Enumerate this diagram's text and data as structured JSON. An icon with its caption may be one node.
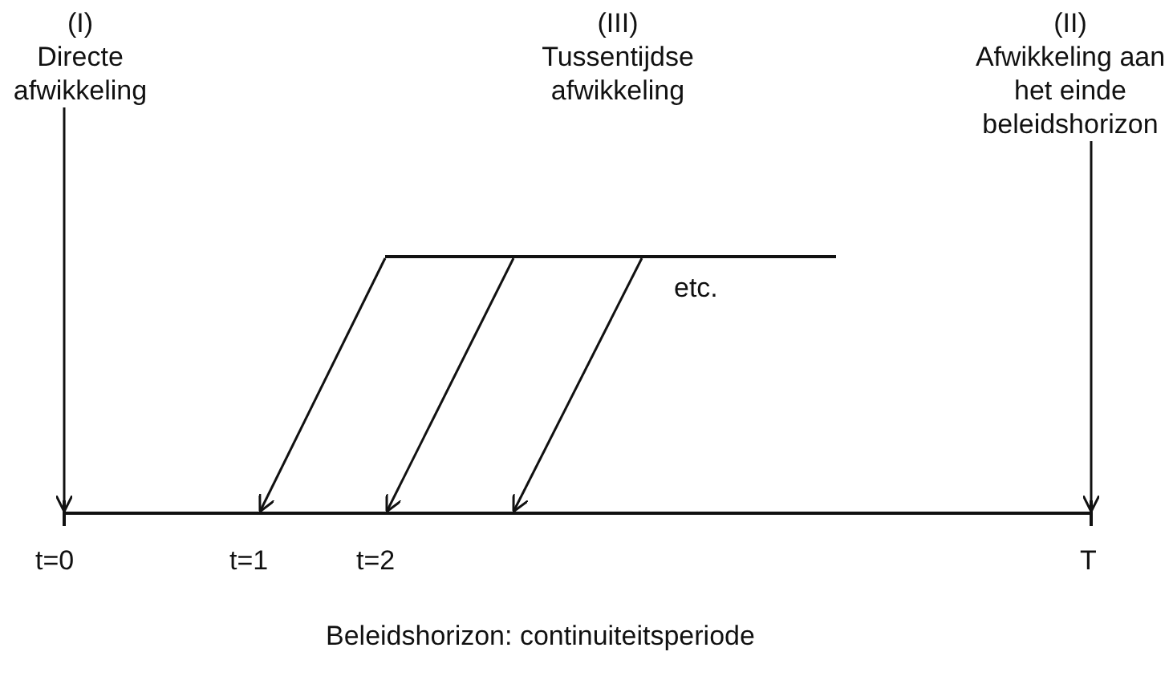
{
  "diagram": {
    "nodes": [
      {
        "text": [
          "(I)",
          "Directe afwikkeling"
        ]
      },
      {
        "text": [
          "(III)",
          "Tussentijdse afwikkeling"
        ]
      },
      {
        "text": [
          "(II)",
          "Afwikkeling aan het einde beleidshorizon"
        ]
      },
      {
        "text": [],
        "shape": "bar"
      },
      {
        "text": [],
        "shape": "bar"
      }
    ],
    "edges": [
      {
        "from": 0,
        "to": 3,
        "arrow": "to"
      },
      {
        "from": 2,
        "to": 3,
        "arrow": "to"
      },
      {
        "from": 4,
        "to": 3,
        "arrow": "to"
      },
      {
        "from": 4,
        "to": 3,
        "arrow": "to"
      },
      {
        "from": 4,
        "to": 3,
        "arrow": "to"
      }
    ],
    "labels": [
      "etc.",
      "t=0",
      "t=1",
      "t=2",
      "T",
      "Beleidshorizon: continuiteitsperiode"
    ]
  }
}
